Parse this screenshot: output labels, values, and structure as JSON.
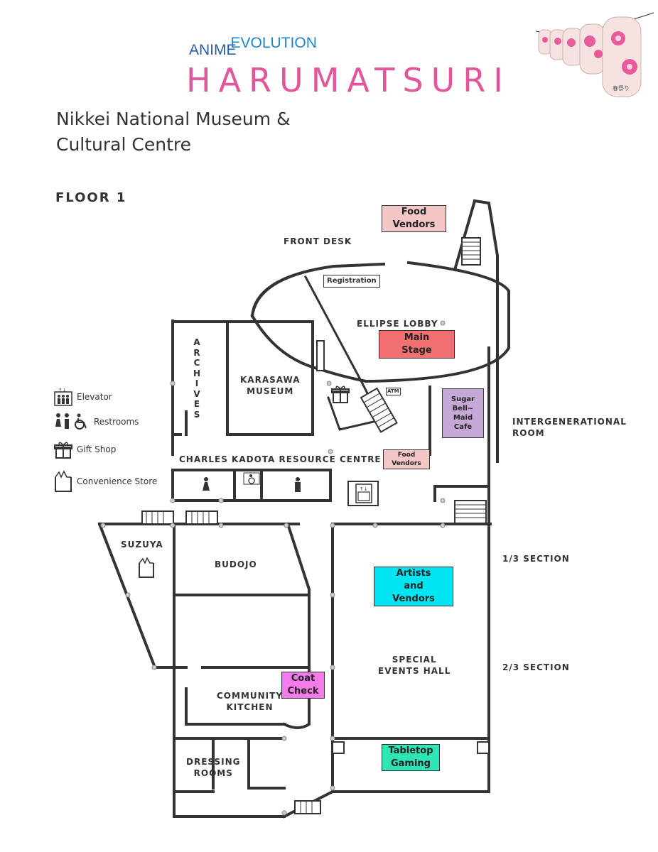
{
  "header": {
    "logo_part1": "ANIME",
    "logo_part2": "EVOLUTION",
    "event_title": "HARUMATSURI",
    "venue_line1": "Nikkei National Museum &",
    "venue_line2": "Cultural Centre",
    "lantern_text": "春祭り"
  },
  "floor_label": "FLOOR 1",
  "legend": {
    "elevator": "Elevator",
    "restrooms": "Restrooms",
    "gift_shop": "Gift Shop",
    "convenience_store": "Convenience Store"
  },
  "rooms": {
    "front_desk": "FRONT DESK",
    "registration": "Registration",
    "ellipse_lobby": "ELLIPSE LOBBY",
    "archives": "A\nR\nC\nH\nI\nV\nE\nS",
    "karasawa": "KARASAWA\nMUSEUM",
    "atm": "ATM",
    "intergenerational": "INTERGENERATIONAL\nROOM",
    "resource_centre": "CHARLES KADOTA RESOURCE CENTRE",
    "suzuya": "SUZUYA",
    "budojo": "BUDOJO",
    "section_1_3": "1/3 SECTION",
    "section_2_3": "2/3 SECTION",
    "special_events": "SPECIAL\nEVENTS HALL",
    "community_kitchen": "COMMUNITY\nKITCHEN",
    "dressing_rooms": "DRESSING\nROOMS"
  },
  "highlights": {
    "food_vendors_top": "Food\nVendors",
    "main_stage": "Main\nStage",
    "sugar_bell": "Sugar\nBell~\nMaid\nCafe",
    "food_vendors_small": "Food\nVendors",
    "artists_vendors": "Artists\nand\nVendors",
    "coat_check": "Coat\nCheck",
    "tabletop": "Tabletop\nGaming"
  },
  "colors": {
    "title_pink": "#e2569a",
    "food_vendors": "#f4c7c7",
    "main_stage": "#f26f72",
    "sugar_bell": "#c6a8d6",
    "artists_vendors": "#00e5f2",
    "coat_check": "#f57bea",
    "tabletop": "#2ee5b5",
    "wall": "#333333"
  }
}
